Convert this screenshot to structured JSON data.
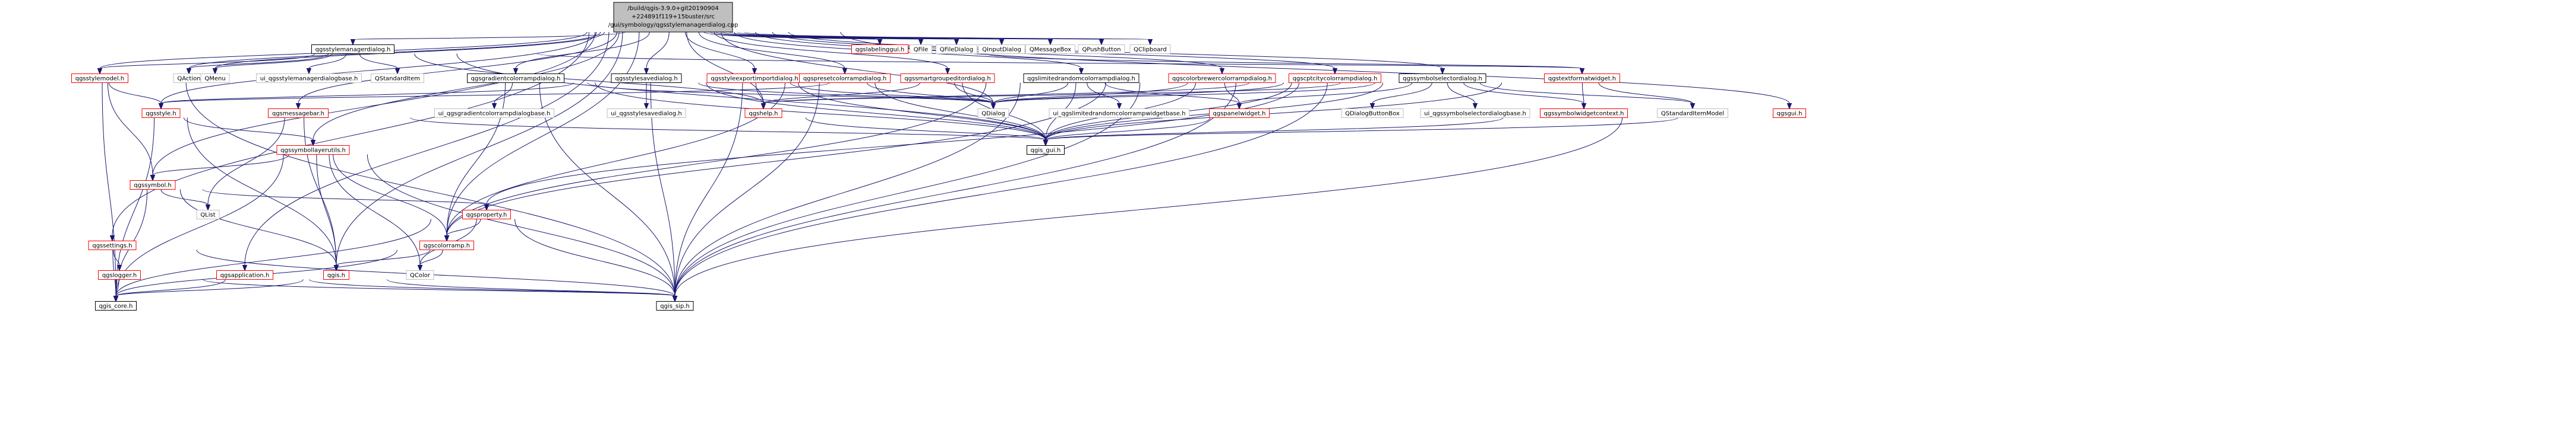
{
  "root": {
    "lines": [
      "/build/qgis-3.9.0+git20190904",
      "+224891f119+15buster/src",
      "/gui/symbology/qgsstylemanagerdialog.cpp"
    ]
  },
  "colors": {
    "root_fill": "#bfbfbf",
    "node_fill": "#ffffff",
    "box_black": "#000000",
    "box_red": "#ff0000",
    "box_gray": "#bfbfbf",
    "edge": "#191970",
    "text": "#000000"
  },
  "nodes": [
    {
      "id": "qgsstylemanagerdialog_h",
      "label": "qgsstylemanagerdialog.h",
      "style": "black"
    },
    {
      "id": "qgslabelinggui_h",
      "label": "qgslabelinggui.h",
      "style": "red"
    },
    {
      "id": "QFile",
      "label": "QFile",
      "style": "gray"
    },
    {
      "id": "QFileDialog",
      "label": "QFileDialog",
      "style": "gray"
    },
    {
      "id": "QInputDialog",
      "label": "QInputDialog",
      "style": "gray"
    },
    {
      "id": "QMessageBox",
      "label": "QMessageBox",
      "style": "gray"
    },
    {
      "id": "QPushButton",
      "label": "QPushButton",
      "style": "gray"
    },
    {
      "id": "QClipboard",
      "label": "QClipboard",
      "style": "gray"
    },
    {
      "id": "qgsstylemodel_h",
      "label": "qgsstylemodel.h",
      "style": "red"
    },
    {
      "id": "QAction",
      "label": "QAction",
      "style": "gray"
    },
    {
      "id": "QMenu",
      "label": "QMenu",
      "style": "gray"
    },
    {
      "id": "ui_qgsstylemanagerdialogbase_h",
      "label": "ui_qgsstylemanagerdialogbase.h",
      "style": "gray"
    },
    {
      "id": "QStandardItem",
      "label": "QStandardItem",
      "style": "gray"
    },
    {
      "id": "qgsgradientcolorrampdialog_h",
      "label": "qgsgradientcolorrampdialog.h",
      "style": "black"
    },
    {
      "id": "qgsstylesavedialog_h",
      "label": "qgsstylesavedialog.h",
      "style": "black"
    },
    {
      "id": "qgsstyleexportimportdialog_h",
      "label": "qgsstyleexportimportdialog.h",
      "style": "red"
    },
    {
      "id": "qgspresetcolorrampdialog_h",
      "label": "qgspresetcolorrampdialog.h",
      "style": "red"
    },
    {
      "id": "qgssmartgroupeditordialog_h",
      "label": "qgssmartgroupeditordialog.h",
      "style": "red"
    },
    {
      "id": "qgslimitedrandomcolorrampdialog_h",
      "label": "qgslimitedrandomcolorrampdialog.h",
      "style": "black"
    },
    {
      "id": "qgscolorbrewercolorrampdialog_h",
      "label": "qgscolorbrewercolorrampdialog.h",
      "style": "red"
    },
    {
      "id": "qgscptcitycolorrampdialog_h",
      "label": "qgscptcitycolorrampdialog.h",
      "style": "red"
    },
    {
      "id": "qgssymbolselectordialog_h",
      "label": "qgssymbolselectordialog.h",
      "style": "black"
    },
    {
      "id": "qgstextformatwidget_h",
      "label": "qgstextformatwidget.h",
      "style": "red"
    },
    {
      "id": "qgsstyle_h",
      "label": "qgsstyle.h",
      "style": "red"
    },
    {
      "id": "qgsmessagebar_h",
      "label": "qgsmessagebar.h",
      "style": "red"
    },
    {
      "id": "ui_qgsgradientcolorrampdialogbase_h",
      "label": "ui_qgsgradientcolorrampdialogbase.h",
      "style": "gray"
    },
    {
      "id": "ui_qgsstylesavedialog_h",
      "label": "ui_qgsstylesavedialog.h",
      "style": "gray"
    },
    {
      "id": "qgshelp_h",
      "label": "qgshelp.h",
      "style": "red"
    },
    {
      "id": "QDialog",
      "label": "QDialog",
      "style": "gray"
    },
    {
      "id": "ui_qgslimitedrandomcolorrampwidgetbase_h",
      "label": "ui_qgslimitedrandomcolorrampwidgetbase.h",
      "style": "gray"
    },
    {
      "id": "qgspanelwidget_h",
      "label": "qgspanelwidget.h",
      "style": "red"
    },
    {
      "id": "QDialogButtonBox",
      "label": "QDialogButtonBox",
      "style": "gray"
    },
    {
      "id": "ui_qgssymbolselectordialogbase_h",
      "label": "ui_qgssymbolselectordialogbase.h",
      "style": "gray"
    },
    {
      "id": "qgssymbolwidgetcontext_h",
      "label": "qgssymbolwidgetcontext.h",
      "style": "red"
    },
    {
      "id": "QStandardItemModel",
      "label": "QStandardItemModel",
      "style": "gray"
    },
    {
      "id": "qgsgui_h",
      "label": "qgsgui.h",
      "style": "red"
    },
    {
      "id": "qgssymbollayerutils_h",
      "label": "qgssymbollayerutils.h",
      "style": "red"
    },
    {
      "id": "qgis_gui_h",
      "label": "qgis_gui.h",
      "style": "black"
    },
    {
      "id": "qgssymbol_h",
      "label": "qgssymbol.h",
      "style": "red"
    },
    {
      "id": "QList",
      "label": "QList",
      "style": "gray"
    },
    {
      "id": "qgsproperty_h",
      "label": "qgsproperty.h",
      "style": "red"
    },
    {
      "id": "qgssettings_h",
      "label": "qgssettings.h",
      "style": "red"
    },
    {
      "id": "qgscolorramp_h",
      "label": "qgscolorramp.h",
      "style": "red"
    },
    {
      "id": "qgslogger_h",
      "label": "qgslogger.h",
      "style": "red"
    },
    {
      "id": "qgsapplication_h",
      "label": "qgsapplication.h",
      "style": "red"
    },
    {
      "id": "qgis_h",
      "label": "qgis.h",
      "style": "red"
    },
    {
      "id": "QColor",
      "label": "QColor",
      "style": "gray"
    },
    {
      "id": "qgis_core_h",
      "label": "qgis_core.h",
      "style": "black"
    },
    {
      "id": "qgis_sip_h",
      "label": "qgis_sip.h",
      "style": "black"
    }
  ],
  "edges": [
    [
      "root",
      "qgsstylemanagerdialog_h"
    ],
    [
      "root",
      "qgslabelinggui_h"
    ],
    [
      "root",
      "QFile"
    ],
    [
      "root",
      "QFileDialog"
    ],
    [
      "root",
      "QInputDialog"
    ],
    [
      "root",
      "QMessageBox"
    ],
    [
      "root",
      "QPushButton"
    ],
    [
      "root",
      "QClipboard"
    ],
    [
      "root",
      "qgsstylemodel_h"
    ],
    [
      "root",
      "QAction"
    ],
    [
      "root",
      "QMenu"
    ],
    [
      "root",
      "qgsgradientcolorrampdialog_h"
    ],
    [
      "root",
      "qgsstylesavedialog_h"
    ],
    [
      "root",
      "qgsstyleexportimportdialog_h"
    ],
    [
      "root",
      "qgspresetcolorrampdialog_h"
    ],
    [
      "root",
      "qgssmartgroupeditordialog_h"
    ],
    [
      "root",
      "qgslimitedrandomcolorrampdialog_h"
    ],
    [
      "root",
      "qgscolorbrewercolorrampdialog_h"
    ],
    [
      "root",
      "qgscptcitycolorrampdialog_h"
    ],
    [
      "root",
      "qgssymbolselectordialog_h"
    ],
    [
      "root",
      "qgsstyle_h"
    ],
    [
      "root",
      "qgsmessagebar_h"
    ],
    [
      "root",
      "qgssymbollayerutils_h"
    ],
    [
      "root",
      "qgssymbol_h"
    ],
    [
      "root",
      "qgssettings_h"
    ],
    [
      "root",
      "qgsapplication_h"
    ],
    [
      "root",
      "qgsgui_h"
    ],
    [
      "root",
      "qgscolorramp_h"
    ],
    [
      "root",
      "QDialog"
    ],
    [
      "root",
      "qgshelp_h"
    ],
    [
      "root",
      "qgis_h"
    ],
    [
      "qgsstylemanagerdialog_h",
      "QAction"
    ],
    [
      "qgsstylemanagerdialog_h",
      "QMenu"
    ],
    [
      "qgsstylemanagerdialog_h",
      "ui_qgsstylemanagerdialogbase_h"
    ],
    [
      "qgsstylemanagerdialog_h",
      "QStandardItem"
    ],
    [
      "qgsstylemanagerdialog_h",
      "qgsstylemodel_h"
    ],
    [
      "qgsstylemanagerdialog_h",
      "qgshelp_h"
    ],
    [
      "qgsstylemanagerdialog_h",
      "qgis_gui_h"
    ],
    [
      "qgsstylemanagerdialog_h",
      "qgstextformatwidget_h"
    ],
    [
      "qgslabelinggui_h",
      "qgstextformatwidget_h"
    ],
    [
      "qgsstylemodel_h",
      "qgsstyle_h"
    ],
    [
      "qgsstylemodel_h",
      "qgssymbol_h"
    ],
    [
      "qgsstylemodel_h",
      "qgis_core_h"
    ],
    [
      "qgsstylemodel_h",
      "qgis_sip_h"
    ],
    [
      "qgsgradientcolorrampdialog_h",
      "ui_qgsgradientcolorrampdialogbase_h"
    ],
    [
      "qgsgradientcolorrampdialog_h",
      "QDialog"
    ],
    [
      "qgsgradientcolorrampdialog_h",
      "qgis_gui_h"
    ],
    [
      "qgsgradientcolorrampdialog_h",
      "qgis_sip_h"
    ],
    [
      "qgsgradientcolorrampdialog_h",
      "qgscolorramp_h"
    ],
    [
      "qgsstylesavedialog_h",
      "ui_qgsstylesavedialog_h"
    ],
    [
      "qgsstylesavedialog_h",
      "QDialog"
    ],
    [
      "qgsstylesavedialog_h",
      "qgis_gui_h"
    ],
    [
      "qgsstylesavedialog_h",
      "qgsstyle_h"
    ],
    [
      "qgsstylesavedialog_h",
      "qgis_sip_h"
    ],
    [
      "qgsstyleexportimportdialog_h",
      "QDialog"
    ],
    [
      "qgsstyleexportimportdialog_h",
      "qgshelp_h"
    ],
    [
      "qgsstyleexportimportdialog_h",
      "qgis_gui_h"
    ],
    [
      "qgsstyleexportimportdialog_h",
      "qgis_sip_h"
    ],
    [
      "qgspresetcolorrampdialog_h",
      "QDialog"
    ],
    [
      "qgspresetcolorrampdialog_h",
      "qgis_gui_h"
    ],
    [
      "qgspresetcolorrampdialog_h",
      "qgscolorramp_h"
    ],
    [
      "qgspresetcolorrampdialog_h",
      "qgis_sip_h"
    ],
    [
      "qgssmartgroupeditordialog_h",
      "QDialog"
    ],
    [
      "qgssmartgroupeditordialog_h",
      "qgshelp_h"
    ],
    [
      "qgssmartgroupeditordialog_h",
      "qgis_gui_h"
    ],
    [
      "qgssmartgroupeditordialog_h",
      "qgsstyle_h"
    ],
    [
      "qgslimitedrandomcolorrampdialog_h",
      "QDialog"
    ],
    [
      "qgslimitedrandomcolorrampdialog_h",
      "ui_qgslimitedrandomcolorrampwidgetbase_h"
    ],
    [
      "qgslimitedrandomcolorrampdialog_h",
      "qgspanelwidget_h"
    ],
    [
      "qgslimitedrandomcolorrampdialog_h",
      "qgis_gui_h"
    ],
    [
      "qgslimitedrandomcolorrampdialog_h",
      "qgis_sip_h"
    ],
    [
      "qgslimitedrandomcolorrampdialog_h",
      "qgscolorramp_h"
    ],
    [
      "qgscolorbrewercolorrampdialog_h",
      "QDialog"
    ],
    [
      "qgscolorbrewercolorrampdialog_h",
      "qgspanelwidget_h"
    ],
    [
      "qgscolorbrewercolorrampdialog_h",
      "qgis_gui_h"
    ],
    [
      "qgscolorbrewercolorrampdialog_h",
      "qgis_sip_h"
    ],
    [
      "qgscolorbrewercolorrampdialog_h",
      "qgscolorramp_h"
    ],
    [
      "qgscptcitycolorrampdialog_h",
      "QDialog"
    ],
    [
      "qgscptcitycolorrampdialog_h",
      "qgshelp_h"
    ],
    [
      "qgscptcitycolorrampdialog_h",
      "qgis_gui_h"
    ],
    [
      "qgscptcitycolorrampdialog_h",
      "qgis_sip_h"
    ],
    [
      "qgssymbolselectordialog_h",
      "QDialog"
    ],
    [
      "qgssymbolselectordialog_h",
      "QDialogButtonBox"
    ],
    [
      "qgssymbolselectordialog_h",
      "ui_qgssymbolselectordialogbase_h"
    ],
    [
      "qgssymbolselectordialog_h",
      "qgssymbolwidgetcontext_h"
    ],
    [
      "qgssymbolselectordialog_h",
      "QStandardItemModel"
    ],
    [
      "qgssymbolselectordialog_h",
      "qgspanelwidget_h"
    ],
    [
      "qgssymbolselectordialog_h",
      "qgis_gui_h"
    ],
    [
      "qgssymbolselectordialog_h",
      "qgis_sip_h"
    ],
    [
      "qgssymbolselectordialog_h",
      "qgsproperty_h"
    ],
    [
      "qgssymbolselectordialog_h",
      "qgshelp_h"
    ],
    [
      "qgstextformatwidget_h",
      "qgssymbolwidgetcontext_h"
    ],
    [
      "qgstextformatwidget_h",
      "qgis_gui_h"
    ],
    [
      "qgstextformatwidget_h",
      "QStandardItemModel"
    ],
    [
      "qgsstyle_h",
      "qgssymbollayerutils_h"
    ],
    [
      "qgsstyle_h",
      "qgis_core_h"
    ],
    [
      "qgsstyle_h",
      "qgis_h"
    ],
    [
      "qgsmessagebar_h",
      "qgis_gui_h"
    ],
    [
      "qgsmessagebar_h",
      "QList"
    ],
    [
      "qgsmessagebar_h",
      "qgis_h"
    ],
    [
      "qgshelp_h",
      "qgis_gui_h"
    ],
    [
      "qgspanelwidget_h",
      "qgis_gui_h"
    ],
    [
      "qgssymbolwidgetcontext_h",
      "qgis_gui_h"
    ],
    [
      "qgsgui_h",
      "qgis_gui_h"
    ],
    [
      "qgsgui_h",
      "qgis_sip_h"
    ],
    [
      "qgssymbollayerutils_h",
      "qgssymbol_h"
    ],
    [
      "qgssymbollayerutils_h",
      "qgis_core_h"
    ],
    [
      "qgssymbollayerutils_h",
      "qgis_h"
    ],
    [
      "qgssymbollayerutils_h",
      "qgscolorramp_h"
    ],
    [
      "qgssymbollayerutils_h",
      "QColor"
    ],
    [
      "qgssymbollayerutils_h",
      "qgis_sip_h"
    ],
    [
      "qgssymbol_h",
      "QList"
    ],
    [
      "qgssymbol_h",
      "qgsproperty_h"
    ],
    [
      "qgssymbol_h",
      "qgis_core_h"
    ],
    [
      "qgssymbol_h",
      "qgis_h"
    ],
    [
      "qgsproperty_h",
      "qgscolorramp_h"
    ],
    [
      "qgsproperty_h",
      "QColor"
    ],
    [
      "qgsproperty_h",
      "qgis_core_h"
    ],
    [
      "qgsproperty_h",
      "qgis_sip_h"
    ],
    [
      "qgssettings_h",
      "qgslogger_h"
    ],
    [
      "qgssettings_h",
      "qgis_core_h"
    ],
    [
      "qgssettings_h",
      "qgis_sip_h"
    ],
    [
      "qgscolorramp_h",
      "qgis_h"
    ],
    [
      "qgscolorramp_h",
      "QColor"
    ],
    [
      "qgscolorramp_h",
      "qgis_core_h"
    ],
    [
      "qgslogger_h",
      "qgis_core_h"
    ],
    [
      "qgslogger_h",
      "qgis_sip_h"
    ],
    [
      "qgsapplication_h",
      "qgis_core_h"
    ],
    [
      "qgsapplication_h",
      "qgis_sip_h"
    ],
    [
      "qgis_h",
      "qgis_core_h"
    ],
    [
      "qgis_h",
      "qgis_sip_h"
    ]
  ]
}
